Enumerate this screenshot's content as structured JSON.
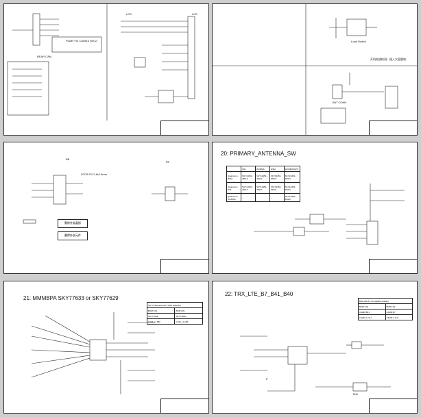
{
  "sheets": [
    {
      "id": "s1",
      "labels": {
        "lcd_main": "LCD",
        "lcd_connector": "LCD",
        "power_note": "Power For Camera (SKU)",
        "camera_label": "REAR CAM"
      }
    },
    {
      "id": "s2",
      "labels": {
        "load_switch": "Load Switch",
        "cn_note": "开机电流检测，插入大容量电",
        "bat_conn": "BAT CONN"
      }
    },
    {
      "id": "s3",
      "labels": {
        "bb": "BB",
        "rf": "RF",
        "crystal": "20795 P2 2.8x2.8mm",
        "box1": "删除外部晶振",
        "box2": "删除外部元件"
      }
    },
    {
      "id": "s4",
      "title": "20: PRIMARY_ANTENNA_SW",
      "table": {
        "headers": [
          "",
          "LTE",
          "WCDMA",
          "GSM",
          "WCDMA/GPS"
        ],
        "rows": [
          [
            "Qualcomm\nBOM",
            "SKY13453-460LF",
            "SKY13453-460LF",
            "SKY13453-460LF",
            "SKY13453-460LF"
          ],
          [
            "Qualcomm\nB40",
            "SKY13453-460LF",
            "SKY13453-460LF",
            "SKY13453-460LF",
            "SKY13453-460LF"
          ],
          [
            "Qualcomm\nWCDMA",
            "-",
            "-",
            "-",
            "SKY13453-460LF"
          ]
        ]
      }
    },
    {
      "id": "s5",
      "title": "21: MMMBPA SKY77633 or SKY77629",
      "table": {
        "header": "SKY7763x and SKY7762x selection",
        "rows": [
          [
            "BOM LTE",
            "BOM LTE"
          ],
          [
            "SKY77633",
            "SKY77629"
          ],
          [
            "C234, L1 MR",
            "C234, L1 MR"
          ]
        ]
      }
    },
    {
      "id": "s6",
      "title": "22: TRX_LTE_B7_B41_B40",
      "table": {
        "header": "B41 and B7 Compatible solution",
        "rows": [
          [
            "BOM LTE",
            "BOM LTE"
          ],
          [
            "C4290 B41",
            "C4290 B7"
          ],
          [
            "C4290 1.7nH",
            "C4290 1.7nH"
          ]
        ]
      },
      "labels": {
        "b41": "B41",
        "p": "P"
      }
    }
  ]
}
